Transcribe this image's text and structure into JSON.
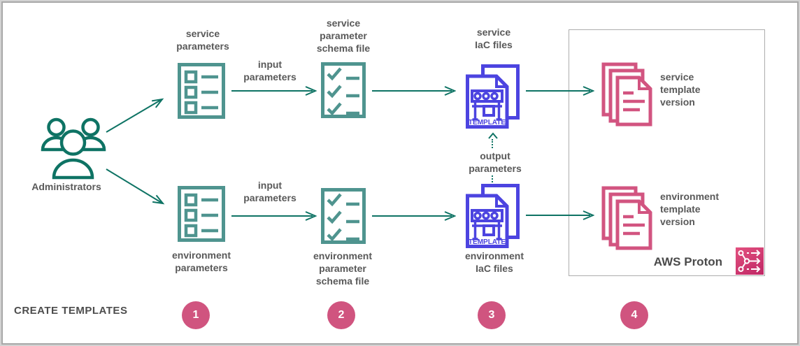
{
  "colors": {
    "teal_dark": "#0e7364",
    "teal_light": "#4f948f",
    "purple": "#4c44e0",
    "pink_doc": "#d25480",
    "step_circle": "#d0547f",
    "label_text": "#595959"
  },
  "administrators": {
    "label": "Administrators"
  },
  "service_row": {
    "params": [
      "service",
      "parameters"
    ],
    "input": [
      "input",
      "parameters"
    ],
    "schema": [
      "service",
      "parameter",
      "schema file"
    ],
    "iac": [
      "service",
      "IaC files"
    ],
    "version": [
      "service",
      "template",
      "version"
    ]
  },
  "environment_row": {
    "params": [
      "environment",
      "parameters"
    ],
    "input": [
      "input",
      "parameters"
    ],
    "schema": [
      "environment",
      "parameter",
      "schema file"
    ],
    "iac": [
      "environment",
      "IaC files"
    ],
    "version": [
      "environment",
      "template",
      "version"
    ]
  },
  "output_params": [
    "output",
    "parameters"
  ],
  "template_badge": "TEMPLATE",
  "aws_proton_label": "AWS Proton",
  "footer": {
    "title": "CREATE TEMPLATES",
    "steps": [
      "1",
      "2",
      "3",
      "4"
    ]
  }
}
